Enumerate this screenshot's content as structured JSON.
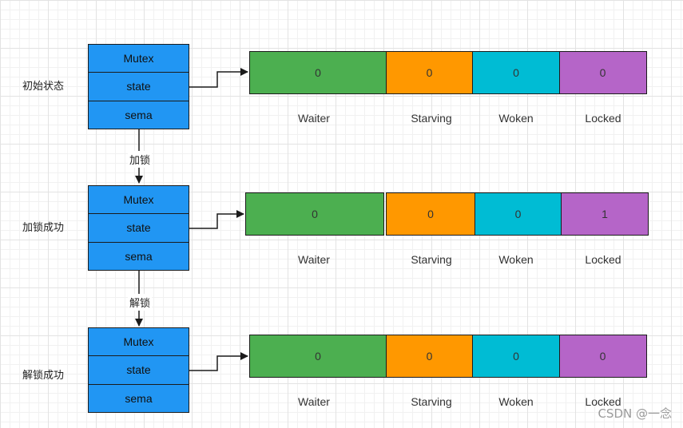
{
  "colors": {
    "struct_fill": "#2196f3",
    "waiter": "#4caf50",
    "starving": "#ff9800",
    "woken": "#00bcd4",
    "locked": "#b565c8"
  },
  "struct_fields": [
    "Mutex",
    "state",
    "sema"
  ],
  "field_labels": [
    "Waiter",
    "Starving",
    "Woken",
    "Locked"
  ],
  "stages": [
    {
      "label": "初始状态",
      "values": [
        "0",
        "0",
        "0",
        "0"
      ]
    },
    {
      "label": "加锁成功",
      "values": [
        "0",
        "0",
        "0",
        "1"
      ]
    },
    {
      "label": "解锁成功",
      "values": [
        "0",
        "0",
        "0",
        "0"
      ]
    }
  ],
  "transitions": [
    "加锁",
    "解锁"
  ],
  "watermark": "CSDN @一念"
}
